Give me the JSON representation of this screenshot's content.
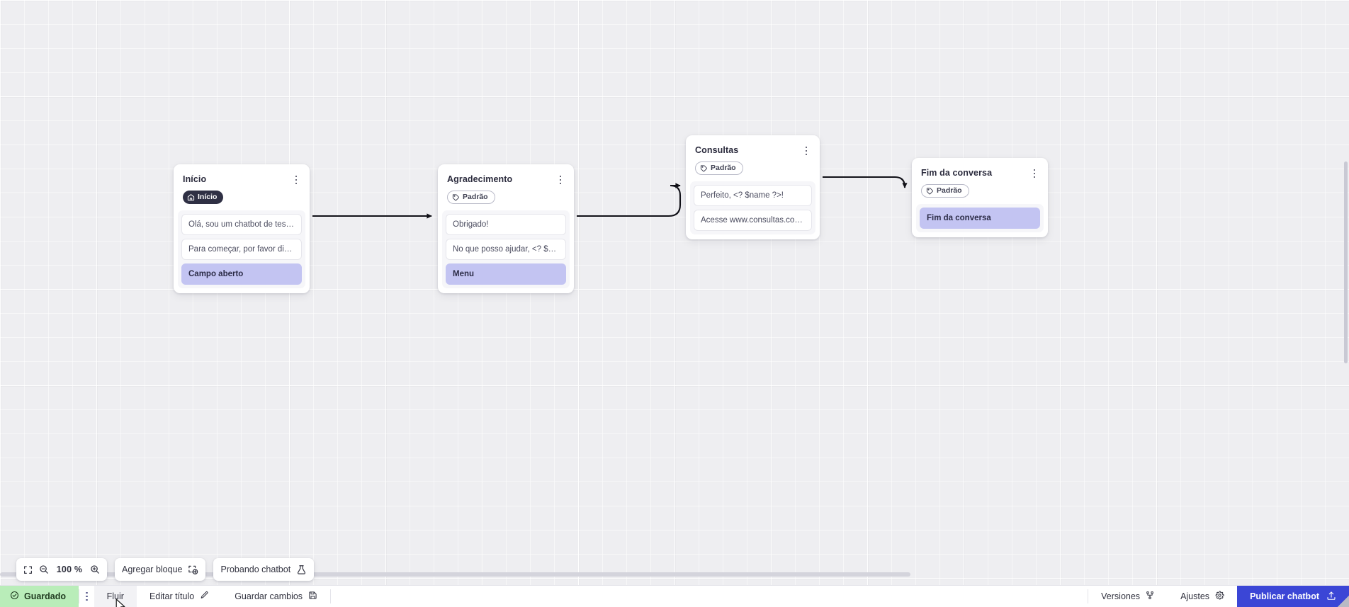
{
  "canvas": {
    "zoom_level": "100 %",
    "grid": true
  },
  "nodes": [
    {
      "id": "inicio",
      "title": "Início",
      "badge": {
        "label": "Início",
        "icon": "home-icon",
        "style": "dark"
      },
      "messages": [
        {
          "text": "Olá, sou um chatbot de teste!",
          "type": "message"
        },
        {
          "text": "Para começar, por favor digite o ...",
          "type": "message"
        },
        {
          "text": "Campo aberto",
          "type": "action"
        }
      ]
    },
    {
      "id": "agradecimento",
      "title": "Agradecimento",
      "badge": {
        "label": "Padrão",
        "icon": "tag-icon",
        "style": "outline"
      },
      "messages": [
        {
          "text": "Obrigado!",
          "type": "message"
        },
        {
          "text": "No que posso ajudar, <? $name ...",
          "type": "message"
        },
        {
          "text": "Menu",
          "type": "action"
        }
      ]
    },
    {
      "id": "consultas",
      "title": "Consultas",
      "badge": {
        "label": "Padrão",
        "icon": "tag-icon",
        "style": "outline"
      },
      "messages": [
        {
          "text": "Perfeito, <? $name ?>!",
          "type": "message"
        },
        {
          "text": "Acesse www.consultas.com par...",
          "type": "message"
        }
      ]
    },
    {
      "id": "fim",
      "title": "Fim da conversa",
      "badge": {
        "label": "Padrão",
        "icon": "tag-icon",
        "style": "outline"
      },
      "messages": [
        {
          "text": "Fim da conversa",
          "type": "action"
        }
      ]
    }
  ],
  "toolbar": {
    "fit_icon": "fit-screen-icon",
    "zoom_out_icon": "zoom-out-icon",
    "zoom_in_icon": "zoom-in-icon",
    "zoom_value": "100 %",
    "add_block_label": "Agregar bloque",
    "add_block_icon": "add-block-icon",
    "test_chatbot_label": "Probando chatbot",
    "test_chatbot_icon": "flask-icon"
  },
  "statusbar": {
    "saved_label": "Guardado",
    "saved_icon": "check-circle-icon",
    "kebab_icon": "more-vertical-icon",
    "flow_label": "Fluir",
    "edit_title_label": "Editar título",
    "edit_title_icon": "pencil-icon",
    "save_changes_label": "Guardar cambios",
    "save_changes_icon": "save-icon",
    "versions_label": "Versiones",
    "versions_icon": "branch-icon",
    "settings_label": "Ajustes",
    "settings_icon": "gear-icon",
    "publish_label": "Publicar chatbot",
    "publish_icon": "upload-icon"
  },
  "colors": {
    "accent": "#3b46d6",
    "saved_bg": "#b9edb9",
    "action_bg": "#c3c4f2",
    "badge_dark": "#2f3044",
    "canvas_bg": "#eeeef1"
  }
}
